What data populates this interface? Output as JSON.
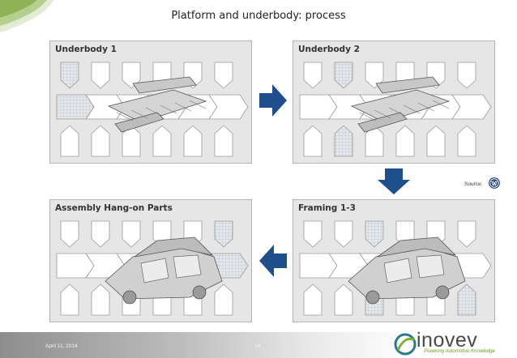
{
  "slide": {
    "title": "Platform and underbody: process"
  },
  "panels": [
    {
      "title": "Underbody 1"
    },
    {
      "title": "Underbody 2"
    },
    {
      "title": "Framing 1-3"
    },
    {
      "title": "Assembly Hang-on Parts"
    }
  ],
  "source": {
    "label": "Source:",
    "logo_icon": "vw-logo-icon"
  },
  "footer": {
    "date": "April 11, 2014",
    "page": "14"
  },
  "brand": {
    "name": "inovev",
    "tagline": "Powering Automotive Knowledge",
    "tagline_color": "#6a9a1f",
    "accent_color": "#1f4e8c"
  }
}
